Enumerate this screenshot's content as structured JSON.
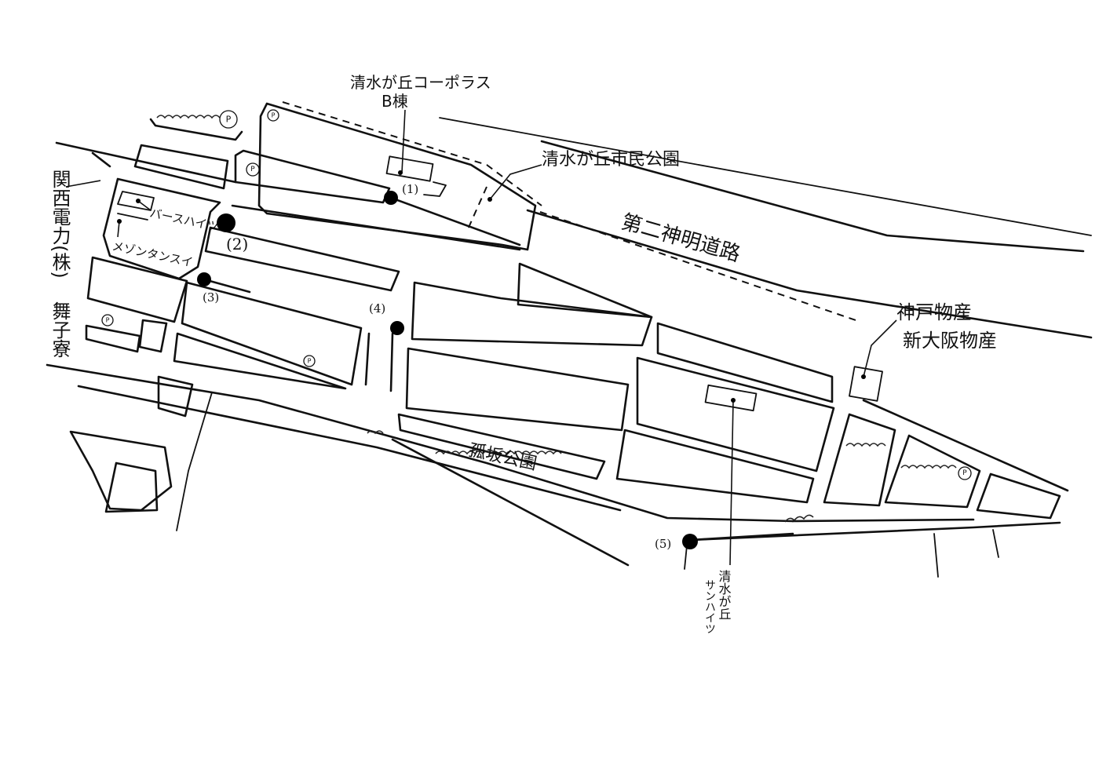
{
  "labels": {
    "corporus_b": "清水が丘コーポラス",
    "corporus_b_line2": "B棟",
    "shimin_park": "清水が丘市民公園",
    "meishin_road": "第二神明道路",
    "kobe_bussan": "神戸物産",
    "shin_osaka_bussan": "新大阪物産",
    "kepco": "関西電力(株)",
    "maiko_dorm": "舞子寮",
    "burst_heights": "バースハイツ",
    "maison_tansui": "メゾンタンスイ",
    "kosaka_park": "孤坂公園",
    "sun_heights": "清水が丘",
    "sun_heights_line2": "サンハイツ"
  },
  "markers": [
    "(1)",
    "(2)",
    "(3)",
    "(4)",
    "(5)"
  ],
  "parking_symbol": "P",
  "icons": [
    "location-dot-icon",
    "parking-icon"
  ]
}
